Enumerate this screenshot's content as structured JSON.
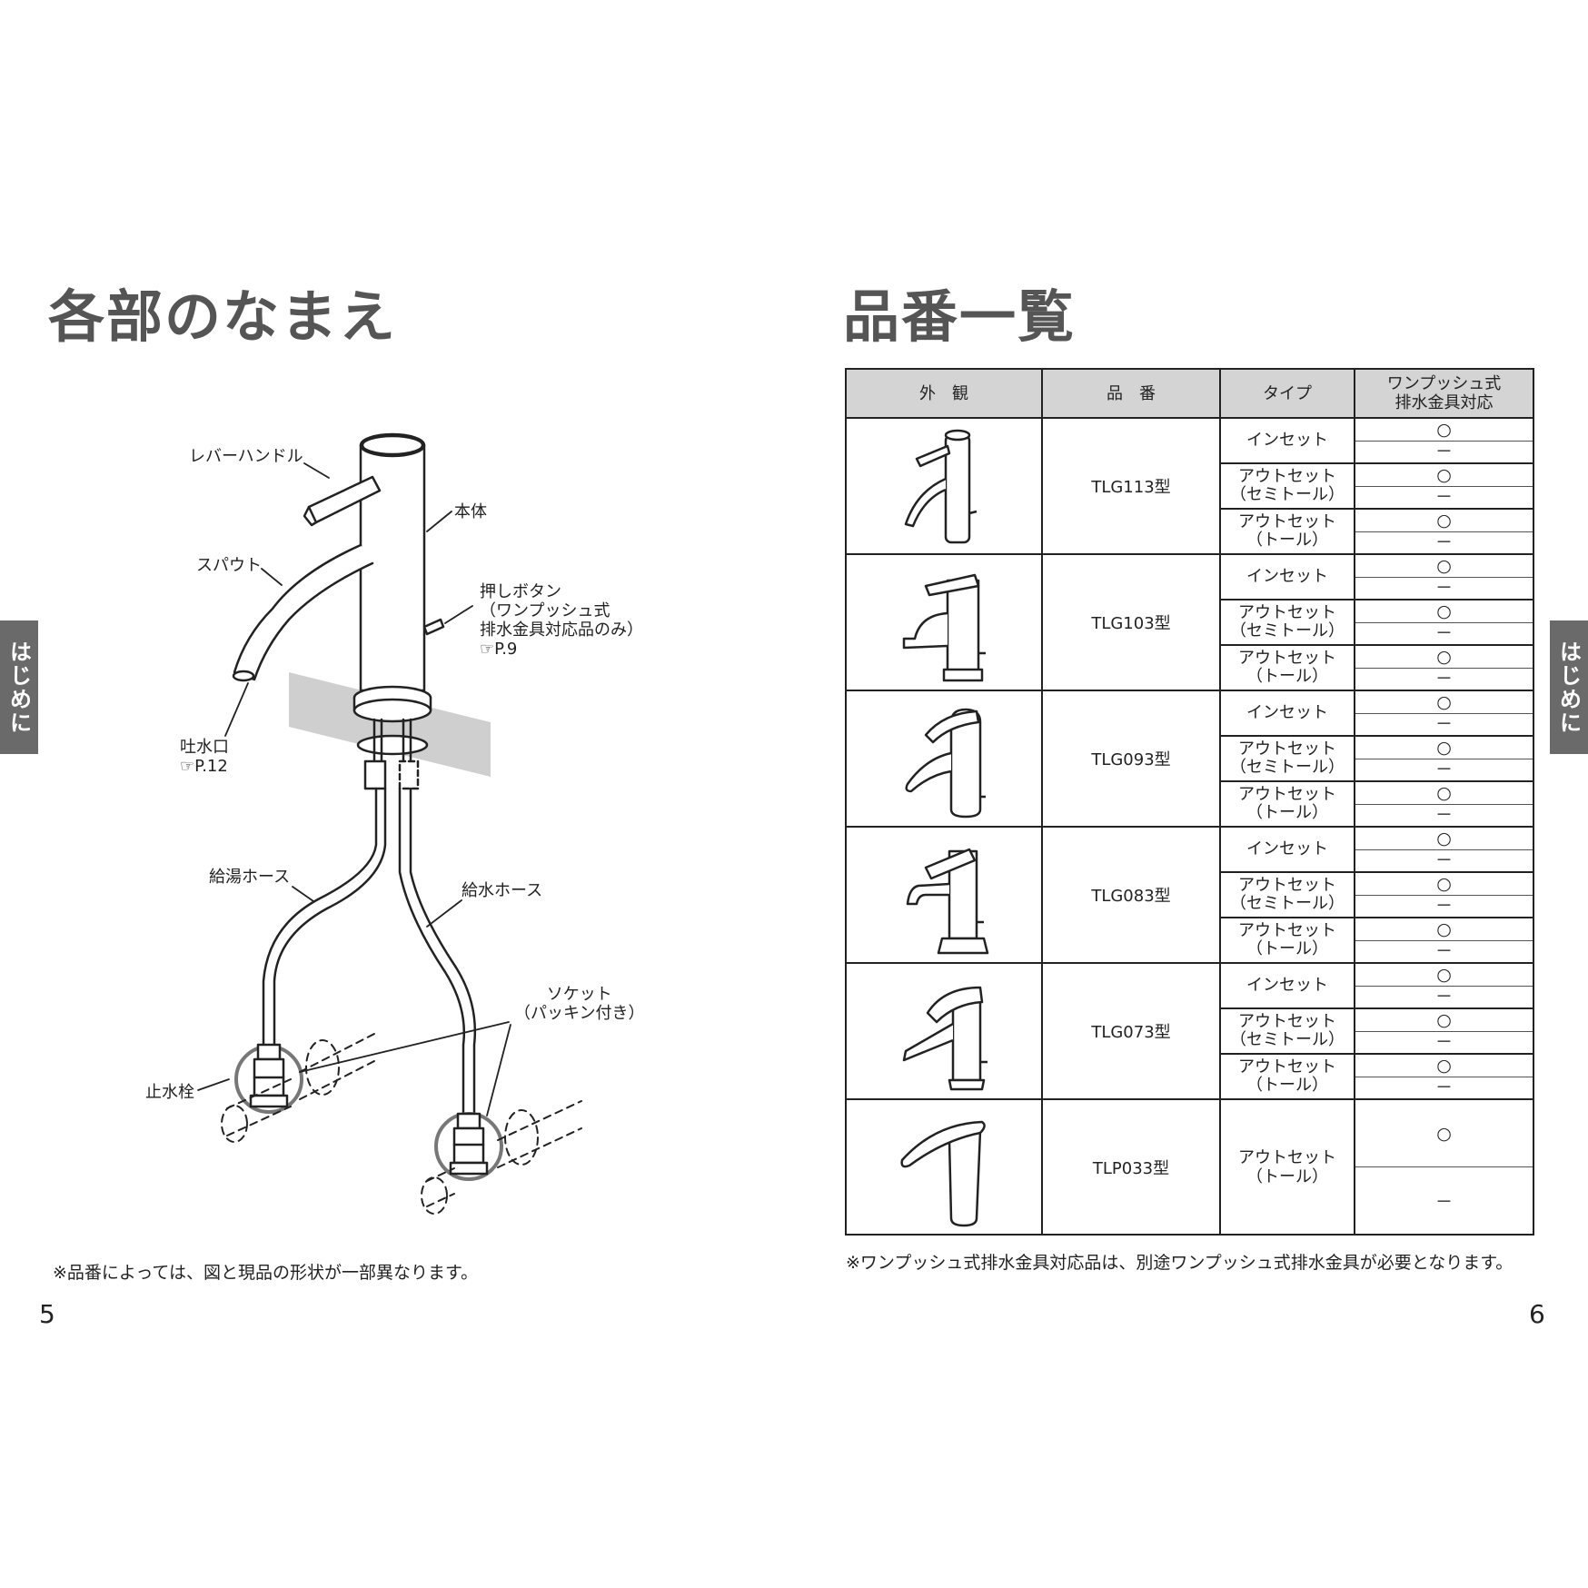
{
  "left_page": {
    "title": "各部のなまえ",
    "tab_label": "はじめに",
    "page_number": "5",
    "note": "※品番によっては、図と現品の形状が一部異なります。",
    "labels": {
      "lever_handle": "レバーハンドル",
      "body": "本体",
      "spout": "スパウト",
      "push_button": "押しボタン",
      "push_button_note1": "（ワンプッシュ式",
      "push_button_note2": "排水金具対応品のみ）",
      "push_button_ref": "☞P.9",
      "outlet": "吐水口",
      "outlet_ref": "☞P.12",
      "hot_hose": "給湯ホース",
      "cold_hose": "給水ホース",
      "socket": "ソケット",
      "socket_note": "（パッキン付き）",
      "stop_valve": "止水栓"
    }
  },
  "right_page": {
    "title": "品番一覧",
    "tab_label": "はじめに",
    "page_number": "6",
    "note": "※ワンプッシュ式排水金具対応品は、別途ワンプッシュ式排水金具が必要となります。",
    "table": {
      "headers": {
        "appearance": "外　観",
        "model": "品　番",
        "type": "タイプ",
        "one_push_line1": "ワンプッシュ式",
        "one_push_line2": "排水金具対応"
      },
      "types": {
        "inset": "インセット",
        "outset": "アウトセット",
        "semi_tall": "（セミトール）",
        "tall": "（トール）"
      },
      "marks": {
        "yes": "○",
        "no": "－"
      },
      "models": [
        "TLG113型",
        "TLG103型",
        "TLG093型",
        "TLG083型",
        "TLG073型",
        "TLP033型"
      ]
    }
  },
  "icons": [
    "pointing-hand-icon"
  ]
}
